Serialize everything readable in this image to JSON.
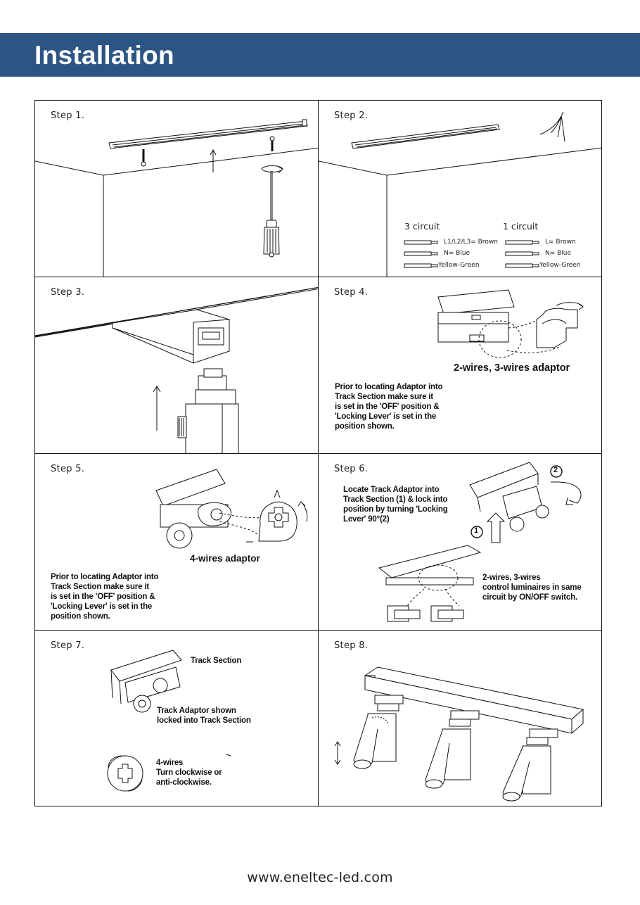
{
  "header": {
    "title": "Installation"
  },
  "steps": {
    "s1": {
      "label": "Step 1."
    },
    "s2": {
      "label": "Step 2.",
      "col3": "3 circuit",
      "col1": "1 circuit",
      "wires3": [
        "L1/L2/L3= Brown",
        "N= Blue",
        "Yellow-Green"
      ],
      "wires1": [
        "L= Brown",
        "N= Blue",
        "Yellow-Green"
      ]
    },
    "s3": {
      "label": "Step 3."
    },
    "s4": {
      "label": "Step 4.",
      "adaptor": "2-wires, 3-wires adaptor",
      "note_lines": [
        "Prior to locating Adaptor into",
        "Track Section make sure it",
        "is set in the 'OFF' position &",
        "'Locking Lever' is set in the",
        "position shown."
      ]
    },
    "s5": {
      "label": "Step 5.",
      "adaptor": "4-wires adaptor",
      "note_lines": [
        "Prior to locating Adaptor into",
        "Track Section make sure it",
        "is set in the 'OFF' position &",
        "'Locking Lever' is set in the",
        "position shown."
      ]
    },
    "s6": {
      "label": "Step 6.",
      "note_lines": [
        "Locate Track Adaptor into",
        "Track Section (1) & lock into",
        "position by turning 'Locking",
        "Lever' 90°(2)"
      ],
      "note2_lines": [
        "2-wires, 3-wires",
        "control luminaires in same",
        "circuit by ON/OFF switch."
      ],
      "badge1": "1",
      "badge2": "2"
    },
    "s7": {
      "label": "Step 7.",
      "track_label": "Track Section",
      "adaptor_lines": [
        "Track Adaptor shown",
        "locked into Track Section"
      ],
      "wires_lines": [
        "4-wires",
        "Turn clockwise or",
        "anti-clockwise."
      ]
    },
    "s8": {
      "label": "Step 8."
    }
  },
  "footer": {
    "url": "www.eneltec-led.com"
  },
  "colors": {
    "banner": "#2d5584",
    "line": "#111111"
  }
}
